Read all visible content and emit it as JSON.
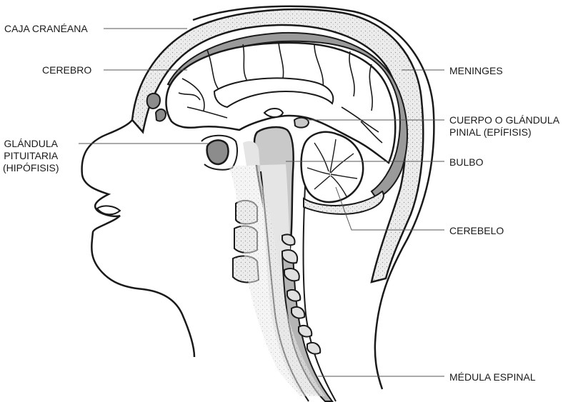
{
  "labels": {
    "caja_craneana": "CAJA CRANÉANA",
    "cerebro": "CEREBRO",
    "glandula_pituitaria": [
      "GLÁNDULA",
      "PITUITARIA",
      "(HIPÓFISIS)"
    ],
    "meninges": "MENINGES",
    "cuerpo_glandula_pinial": [
      "CUERPO O GLÁNDULA",
      "PINIAL (EPÍFISIS)"
    ],
    "bulbo": "BULBO",
    "cerebelo": "CEREBELO",
    "medula_espinal": "MÉDULA ESPINAL"
  },
  "colors": {
    "outline": "#1a1a1a",
    "meninges_fill": "#9a9a9a",
    "bone_fill": "#e9e9e9",
    "tissue_fill": "#c9c9c9",
    "pituitary_fill": "#8c8c8c",
    "leader_line": "#555555"
  }
}
